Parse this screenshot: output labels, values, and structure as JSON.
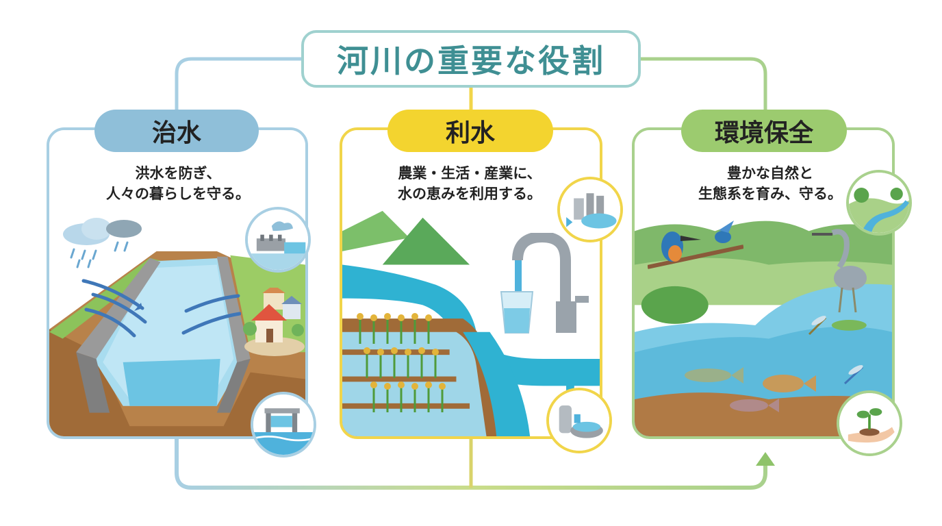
{
  "title": "河川の重要な役割",
  "sections": [
    {
      "heading": "治水",
      "lines": [
        "洪水を防ぎ、",
        "人々の暮らしを守る。"
      ]
    },
    {
      "heading": "利水",
      "lines": [
        "農業・生活・産業に、",
        "水の恵みを利用する。"
      ]
    },
    {
      "heading": "環境保全",
      "lines": [
        "豊かな自然と",
        "生態系を育み、守る。"
      ]
    }
  ],
  "colors": {
    "flood": "#8fbfd9",
    "use": "#f3d42f",
    "environment": "#9ccb6f",
    "title": "#3f8f93"
  },
  "icons": [
    "rain-cloud-icon",
    "wind-arrow-icon",
    "house-icon",
    "dam-icon",
    "floodgate-icon",
    "factory-icon",
    "faucet-icon",
    "water-treatment-icon",
    "river-landscape-icon",
    "kingfisher-icon",
    "heron-icon",
    "fish-icon",
    "dragonfly-icon",
    "sprout-hand-icon"
  ]
}
